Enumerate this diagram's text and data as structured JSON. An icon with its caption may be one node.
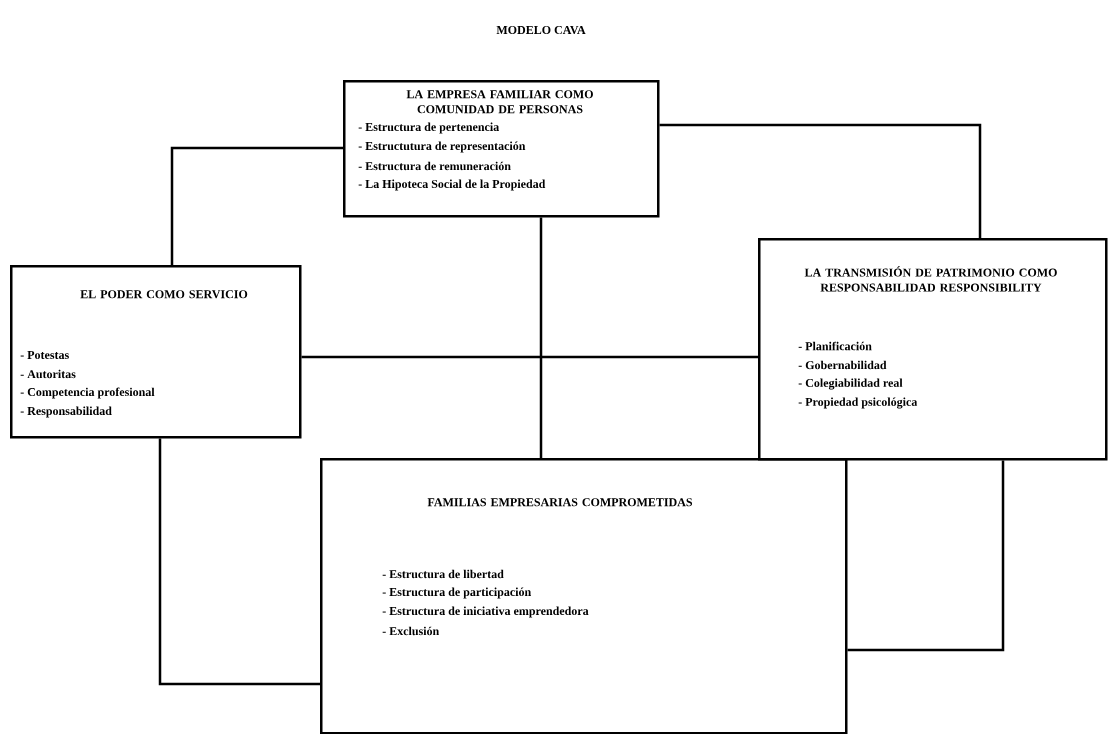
{
  "diagram": {
    "title": "MODELO CAVA",
    "nodes": [
      {
        "text": [
          "LA EMPRESA FAMILIAR COMO COMUNIDAD DE PERSONAS",
          "- Estructura de pertenencia",
          "- Estructutura de representación",
          "- Estructura de remuneración",
          "- La Hipoteca Social de la Propiedad"
        ]
      },
      {
        "text": [
          "EL PODER COMO SERVICIO",
          "- Potestas",
          "- Autoritas",
          "- Competencia profesional",
          "- Responsabilidad"
        ]
      },
      {
        "text": [
          "LA TRANSMISIÓN DE PATRIMONIO COMO RESPONSABILIDAD RESPONSIBILITY",
          "- Planificación",
          "- Gobernabilidad",
          "- Colegiabilidad real",
          "- Propiedad psicológica"
        ]
      },
      {
        "text": [
          "FAMILIAS EMPRESARIAS COMPROMETIDAS",
          "- Estructura de libertad",
          "- Estructura de participación",
          "- Estructura de iniciativa emprendedora",
          "- Exclusión"
        ]
      }
    ],
    "edges": [
      {
        "from": 0,
        "to": 1,
        "arrow": "none"
      },
      {
        "from": 0,
        "to": 2,
        "arrow": "none"
      },
      {
        "from": 0,
        "to": 3,
        "arrow": "none"
      },
      {
        "from": 1,
        "to": 2,
        "arrow": "none"
      },
      {
        "from": 1,
        "to": 3,
        "arrow": "none"
      },
      {
        "from": 2,
        "to": 3,
        "arrow": "none"
      }
    ]
  }
}
